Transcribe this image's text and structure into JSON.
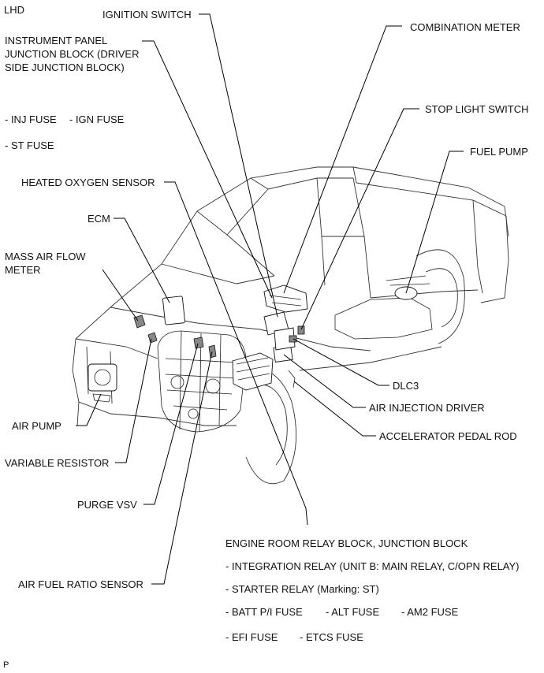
{
  "corner_label": "LHD",
  "footer_mark": "P",
  "labels": {
    "ignition_switch": "IGNITION SWITCH",
    "instrument_panel_jb": "INSTRUMENT PANEL JUNCTION BLOCK (DRIVER SIDE JUNCTION BLOCK)",
    "inj_fuse": "- INJ FUSE",
    "ign_fuse": "- IGN FUSE",
    "st_fuse": "- ST FUSE",
    "combination_meter": "COMBINATION METER",
    "stop_light_switch": "STOP LIGHT SWITCH",
    "fuel_pump": "FUEL PUMP",
    "heated_oxygen_sensor": "HEATED OXYGEN SENSOR",
    "ecm": "ECM",
    "mass_air_flow_meter": "MASS AIR FLOW METER",
    "air_pump": "AIR PUMP",
    "variable_resistor": "VARIABLE RESISTOR",
    "purge_vsv": "PURGE VSV",
    "air_fuel_ratio_sensor": "AIR FUEL RATIO SENSOR",
    "dlc3": "DLC3",
    "air_injection_driver": "AIR INJECTION DRIVER",
    "accelerator_pedal_rod": "ACCELERATOR PEDAL ROD",
    "engine_room_relay_block": "ENGINE ROOM RELAY BLOCK, JUNCTION BLOCK",
    "integration_relay": "- INTEGRATION RELAY (UNIT B: MAIN RELAY, C/OPN RELAY)",
    "starter_relay": "- STARTER RELAY (Marking: ST)",
    "batt_pi_fuse": "- BATT P/I FUSE",
    "alt_fuse": "- ALT FUSE",
    "am2_fuse": "- AM2 FUSE",
    "efi_fuse": "- EFI FUSE",
    "etcs_fuse": "- ETCS FUSE"
  }
}
